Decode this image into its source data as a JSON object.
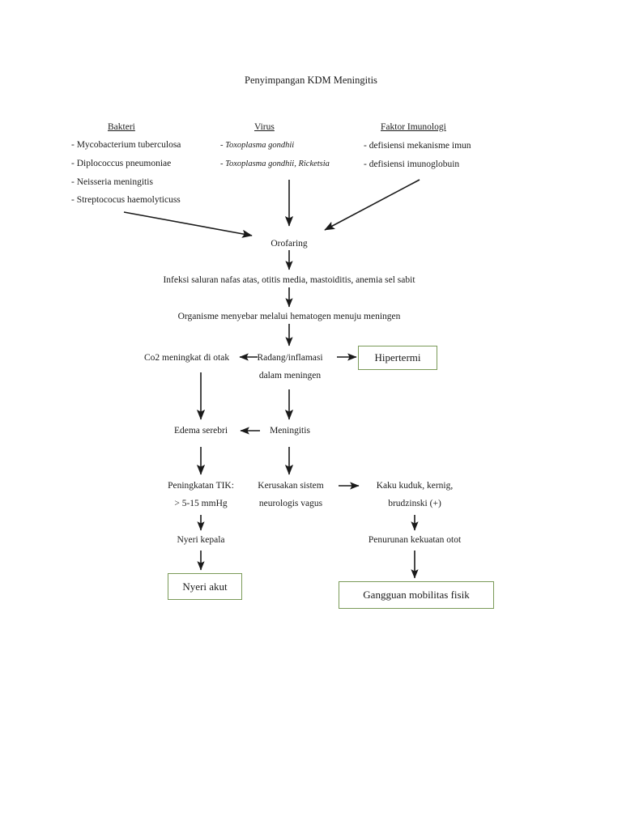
{
  "document": {
    "title": "Penyimpangan KDM Meningitis"
  },
  "colors": {
    "box_border_green": "#7a9a58",
    "text": "#1a1a1a",
    "arrow": "#1a1a1a",
    "background": "#ffffff"
  },
  "columns": [
    {
      "heading": "Bakteri",
      "items": [
        "- Mycobacterium tuberculosa",
        "- Diplococcus pneumoniae",
        "- Neisseria meningitis",
        "- Streptococus haemolyticuss"
      ],
      "italic": false
    },
    {
      "heading": "Virus",
      "items": [
        "- Toxoplasma gondhii",
        "- Toxoplasma gondhii,  Ricketsia"
      ],
      "italic": true
    },
    {
      "heading": "Faktor Imunologi",
      "items": [
        "- defisiensi mekanisme imun",
        "- defisiensi imunoglobuin"
      ],
      "italic": false
    }
  ],
  "nodes": {
    "orofaring": "Orofaring",
    "infeksi": "Infeksi saluran nafas atas, otitis media, mastoiditis, anemia sel sabit",
    "organisme": "Organisme menyebar melalui hematogen menuju meningen",
    "co2": "Co2 meningkat di otak",
    "radang_line1": "Radang/inflamasi",
    "radang_line2": "dalam meningen",
    "hipertermi": "Hipertermi",
    "edema": "Edema serebri",
    "meningitis": "Meningitis",
    "tik_line1": "Peningkatan TIK:",
    "tik_line2": "> 5-15 mmHg",
    "kerusakan_line1": "Kerusakan sistem",
    "kerusakan_line2": "neurologis vagus",
    "kaku_line1": "Kaku kuduk, kernig,",
    "kaku_line2": "brudzinski (+)",
    "nyeri_kepala": "Nyeri kepala",
    "penurunan_otot": "Penurunan kekuatan otot",
    "nyeri_akut": "Nyeri akut",
    "gangguan_mobilitas": "Gangguan mobilitas fisik"
  }
}
